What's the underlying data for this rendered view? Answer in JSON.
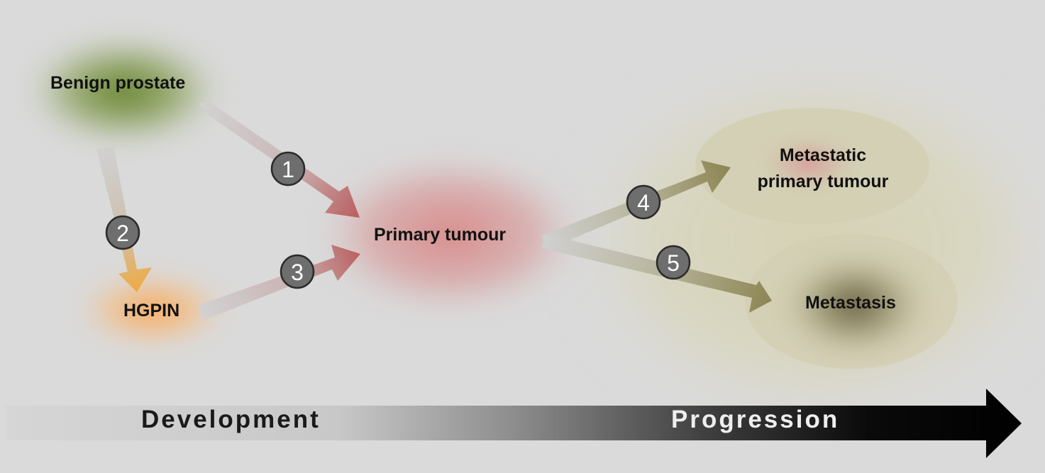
{
  "nodes": {
    "benign": "Benign prostate",
    "hgpin": "HGPIN",
    "primary": "Primary tumour",
    "metastatic_primary": [
      "Metastatic",
      "primary tumour"
    ],
    "metastasis": "Metastasis"
  },
  "steps": [
    "1",
    "2",
    "3",
    "4",
    "5"
  ],
  "timeline": {
    "development": "Development",
    "progression": "Progression"
  },
  "colors": {
    "background": "#dadada",
    "benign": "#6b8a2a",
    "hgpin": "#f2a64a",
    "primary": "#d98e8e",
    "metastatic_zone": "#d8d4b8",
    "metastasis_core": "#5a5433",
    "step_badge": "#6e6e6e",
    "timeline_end": "#000000"
  }
}
